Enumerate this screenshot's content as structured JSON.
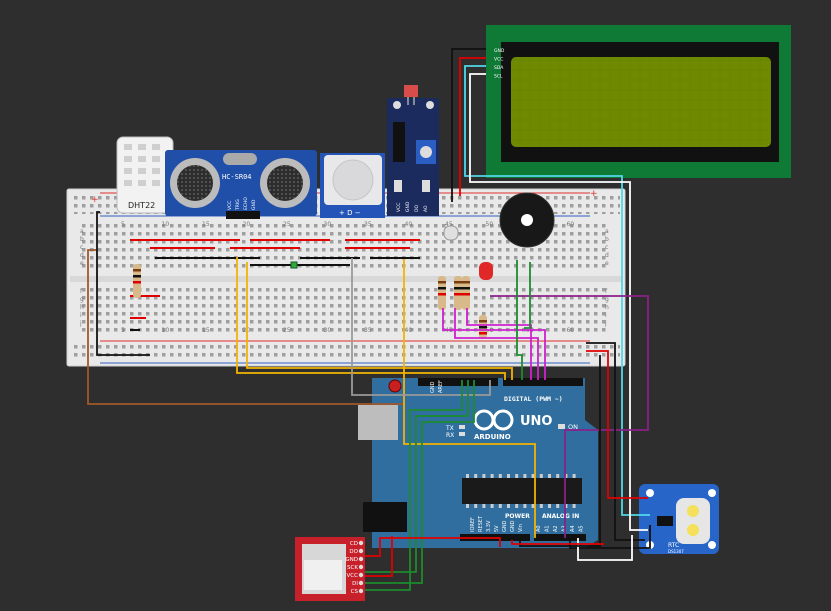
{
  "sensors": {
    "dht": "DHT22",
    "ultrasonic": "HC-SR04",
    "ultrasonic_pins": [
      "VCC",
      "TRIG",
      "ECHO",
      "GND"
    ],
    "pir_pins": "+ D −",
    "ldr_pins": [
      "VCC",
      "GND",
      "DO",
      "AO"
    ]
  },
  "lcd": {
    "pins": [
      "GND",
      "VCC",
      "SDA",
      "SCL"
    ]
  },
  "breadboard": {
    "col_numbers": [
      "5",
      "10",
      "15",
      "20",
      "25",
      "30",
      "35",
      "40",
      "45",
      "50",
      "55",
      "60"
    ],
    "row_letters_top": [
      "a",
      "b",
      "c",
      "d",
      "e"
    ],
    "row_letters_bottom": [
      "f",
      "g",
      "h",
      "i",
      "j"
    ]
  },
  "arduino": {
    "name": "UNO",
    "brand": "ARDUINO",
    "digital": "DIGITAL (PWM ~)",
    "tx": "TX",
    "rx": "RX",
    "on": "ON",
    "power": "POWER",
    "analog": "ANALOG IN",
    "aref": "AREF",
    "gnd": "GND",
    "power_pins": [
      "IOREF",
      "RESET",
      "3.3V",
      "5V",
      "GND",
      "GND",
      "Vin"
    ],
    "analog_pins": [
      "A0",
      "A1",
      "A2",
      "A3",
      "A4",
      "A5"
    ]
  },
  "rtc": {
    "label": "RTC",
    "chip": "DS1307"
  },
  "sd": {
    "pins": [
      "CD",
      "DO",
      "GND",
      "SCK",
      "VCC",
      "DI",
      "CS"
    ]
  },
  "colors": {
    "background": "#2e2e2e",
    "lcd_board": "#0e7a36",
    "lcd_screen": "#6f8a00",
    "arduino": "#2f6e9e",
    "wire_red": "#e00000",
    "wire_black": "#111111",
    "wire_yellow": "#f2b400",
    "wire_green": "#1c8c2c",
    "wire_magenta": "#d020d0",
    "wire_cyan": "#50d8e8",
    "wire_brown": "#a0582a",
    "wire_gray": "#9a9a9a"
  }
}
